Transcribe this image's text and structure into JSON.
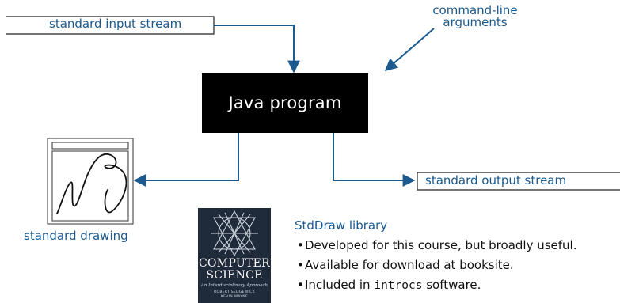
{
  "diagram": {
    "program": "Java program",
    "input": "standard input stream",
    "args": [
      "command-line",
      "arguments"
    ],
    "output": "standard output stream",
    "drawing": "standard drawing"
  },
  "book": {
    "title_line1": "COMPUTER",
    "title_line2": "SCIENCE",
    "subtitle": "An Interdisciplinary Approach",
    "authors_line1": "ROBERT SEDGEWICK",
    "authors_line2": "KEVIN WAYNE"
  },
  "library": {
    "title": "StdDraw library",
    "items": [
      {
        "bullet": "•",
        "text": "Developed for this course, but broadly useful."
      },
      {
        "bullet": "•",
        "text": "Available for download at booksite."
      },
      {
        "bullet": "•",
        "pre": "Included in ",
        "code": "introcs",
        "post": " software."
      }
    ]
  },
  "colors": {
    "accent": "#1b5a8e",
    "program_box": "#000000",
    "book_cover": "#1f2a3a"
  }
}
